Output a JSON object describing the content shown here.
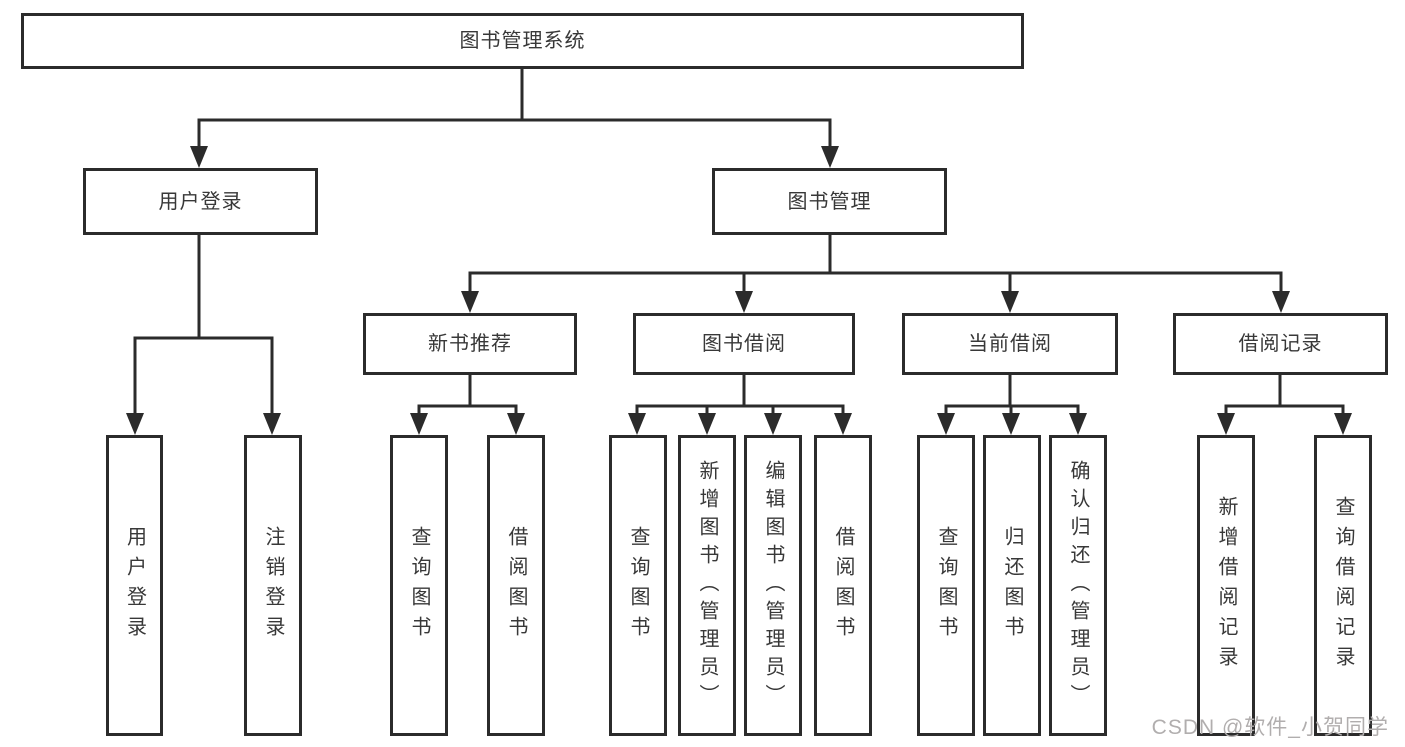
{
  "diagram": {
    "root": {
      "label": "图书管理系统"
    },
    "branches": [
      {
        "label": "用户登录",
        "children": [
          {
            "label": "用户登录"
          },
          {
            "label": "注销登录"
          }
        ]
      },
      {
        "label": "图书管理",
        "children": [
          {
            "label": "新书推荐",
            "children": [
              {
                "label": "查询图书"
              },
              {
                "label": "借阅图书"
              }
            ]
          },
          {
            "label": "图书借阅",
            "children": [
              {
                "label": "查询图书"
              },
              {
                "label": "新增图书（管理员）"
              },
              {
                "label": "编辑图书（管理员）"
              },
              {
                "label": "借阅图书"
              }
            ]
          },
          {
            "label": "当前借阅",
            "children": [
              {
                "label": "查询图书"
              },
              {
                "label": "归还图书"
              },
              {
                "label": "确认归还（管理员）"
              }
            ]
          },
          {
            "label": "借阅记录",
            "children": [
              {
                "label": "新增借阅记录"
              },
              {
                "label": "查询借阅记录"
              }
            ]
          }
        ]
      }
    ]
  },
  "watermark": {
    "text": "CSDN @软件_小贺同学"
  },
  "colors": {
    "line": "#2b2b2b",
    "text": "#383838",
    "watermark": "#b1aeae",
    "background": "#ffffff"
  }
}
